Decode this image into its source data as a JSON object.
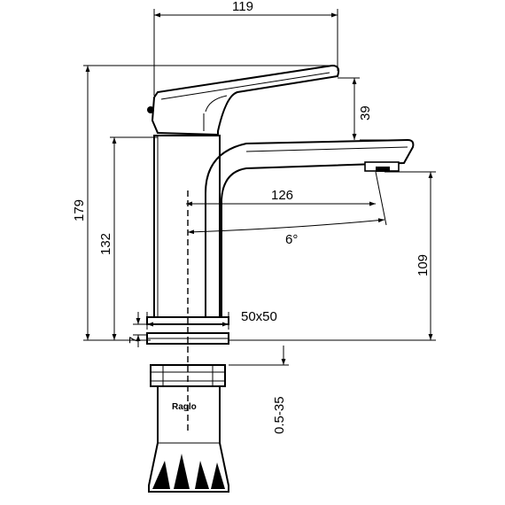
{
  "dimensions": {
    "overall_width": "119",
    "overall_height": "179",
    "spout_height": "132",
    "handle_rise": "39",
    "reach": "126",
    "spout_angle": "6°",
    "outlet_height": "109",
    "base_size": "50x50",
    "base_thickness": "7",
    "deck_range": "0.5-35"
  },
  "brand": {
    "logo_text": "Raglo"
  }
}
